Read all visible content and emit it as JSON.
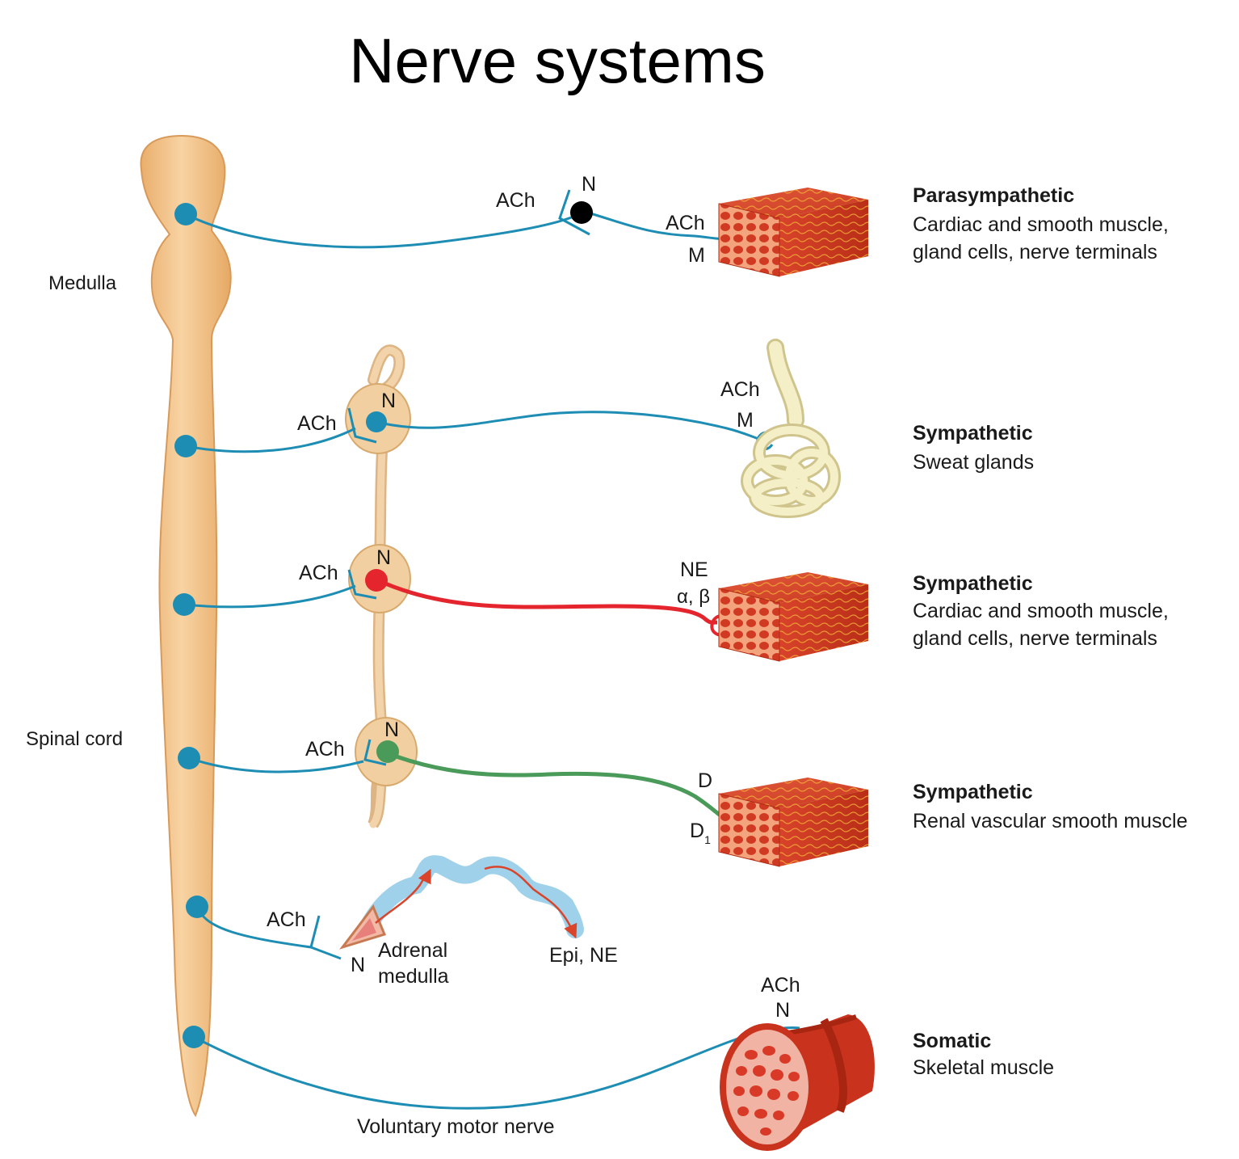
{
  "title": "Nerve systems",
  "regions": {
    "medulla": "Medulla",
    "spinal_cord": "Spinal cord"
  },
  "pathways": [
    {
      "heading": "Parasympathetic",
      "description": [
        "Cardiac and smooth muscle,",
        "gland cells, nerve terminals"
      ],
      "preganglionic_transmitter": "ACh",
      "ganglion_receptor": "N",
      "effector_transmitter": "ACh",
      "effector_receptor": "M"
    },
    {
      "heading": "Sympathetic",
      "description": [
        "Sweat glands"
      ],
      "preganglionic_transmitter": "ACh",
      "ganglion_receptor": "N",
      "effector_transmitter": "ACh",
      "effector_receptor": "M"
    },
    {
      "heading": "Sympathetic",
      "description": [
        "Cardiac and smooth muscle,",
        "gland cells, nerve terminals"
      ],
      "preganglionic_transmitter": "ACh",
      "ganglion_receptor": "N",
      "effector_transmitter": "NE",
      "effector_receptor": "α, β"
    },
    {
      "heading": "Sympathetic",
      "description": [
        "Renal vascular smooth muscle"
      ],
      "preganglionic_transmitter": "ACh",
      "ganglion_receptor": "N",
      "effector_transmitter": "D",
      "effector_receptor": "D",
      "effector_receptor_subscript": "1"
    },
    {
      "preganglionic_transmitter": "ACh",
      "receptor": "N",
      "organ": [
        "Adrenal",
        "medulla"
      ],
      "released": "Epi, NE"
    },
    {
      "heading": "Somatic",
      "description": [
        "Skeletal muscle"
      ],
      "transmitter": "ACh",
      "receptor": "N",
      "nerve_label": "Voluntary motor nerve"
    }
  ],
  "colors": {
    "nerve": "#1e8db3",
    "adrenergic": "#e5252d",
    "dopaminergic": "#4a9a5a",
    "spinal_cord": "#f3c48d",
    "muscle": "#d9442a",
    "sweat_gland": "#f3ecc0",
    "epinephrine_stream": "#9fd2ea"
  }
}
